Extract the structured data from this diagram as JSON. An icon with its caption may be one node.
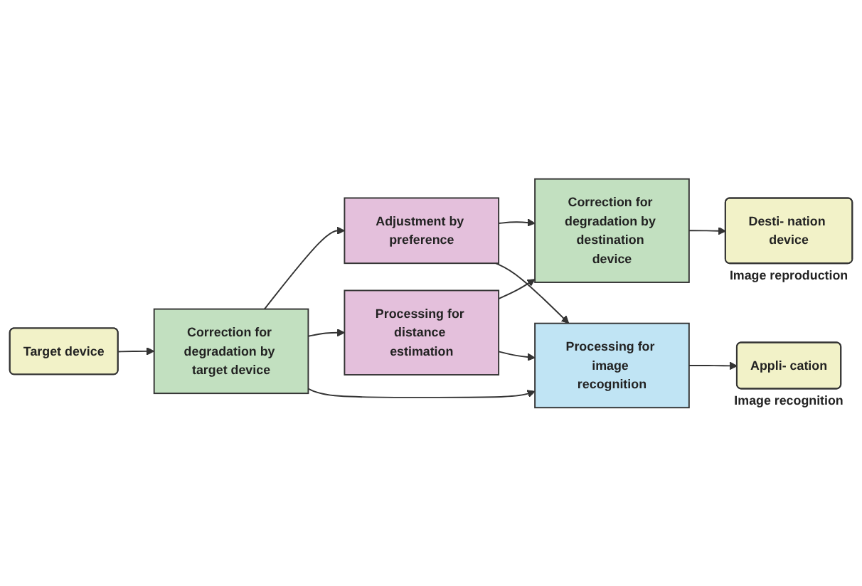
{
  "diagram": {
    "nodes": [
      {
        "text": [
          "Target device"
        ]
      },
      {
        "text": [
          "Correction for degradation by target device"
        ]
      },
      {
        "text": [
          "Adjustment by preference"
        ]
      },
      {
        "text": [
          "Processing for distance estimation"
        ]
      },
      {
        "text": [
          "Correction for degradation by destination device"
        ]
      },
      {
        "text": [
          "Desti- nation device"
        ],
        "beside": [
          "Image reproduction"
        ]
      },
      {
        "text": [
          "Processing for image recognition"
        ]
      },
      {
        "text": [
          "Appli- cation"
        ],
        "beside": [
          "Image recognition"
        ]
      }
    ],
    "edges": [
      {
        "from": 0,
        "to": 1,
        "arrow": "to"
      },
      {
        "from": 1,
        "to": 2,
        "arrow": "to"
      },
      {
        "from": 1,
        "to": 3,
        "arrow": "to"
      },
      {
        "from": 1,
        "to": 6,
        "arrow": "to"
      },
      {
        "from": 2,
        "to": 4,
        "arrow": "to"
      },
      {
        "from": 2,
        "to": 6,
        "arrow": "to"
      },
      {
        "from": 3,
        "to": 4,
        "arrow": "to"
      },
      {
        "from": 3,
        "to": 6,
        "arrow": "to"
      },
      {
        "from": 4,
        "to": 5,
        "arrow": "to"
      },
      {
        "from": 6,
        "to": 7,
        "arrow": "to"
      }
    ]
  }
}
